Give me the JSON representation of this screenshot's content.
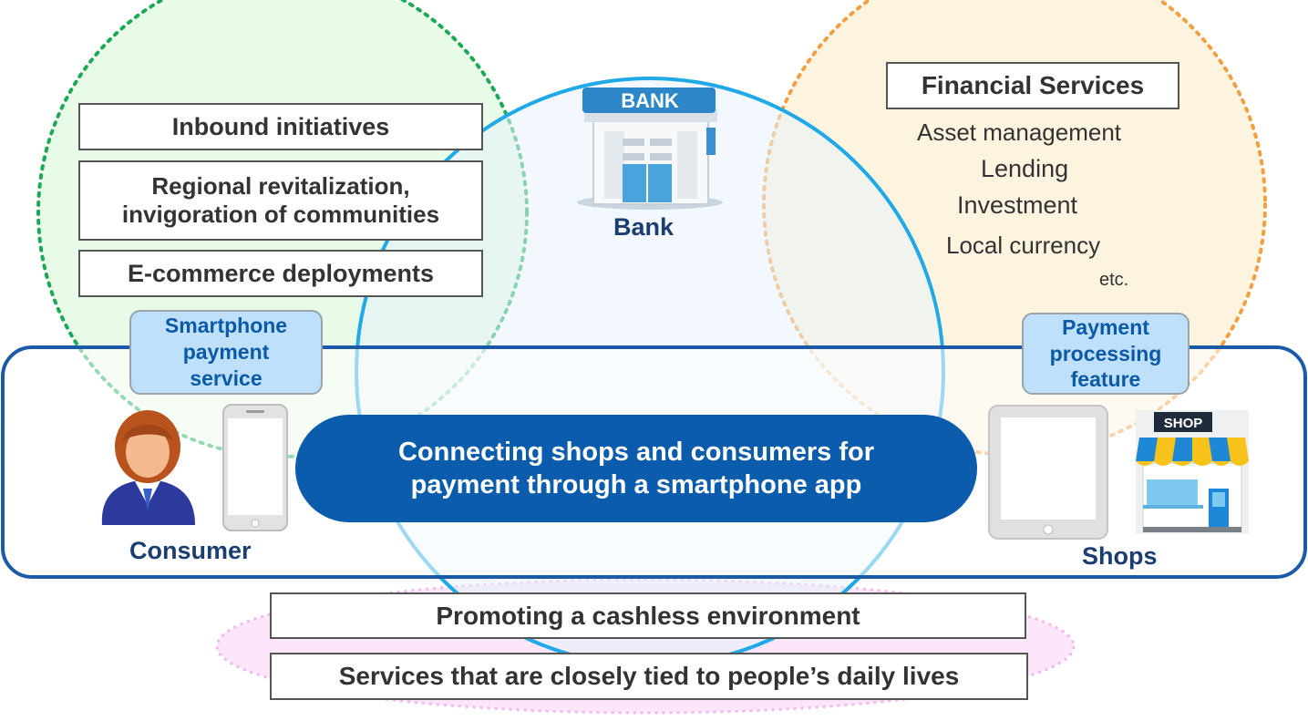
{
  "left_circle": {
    "items": [
      "Inbound initiatives",
      "Regional revitalization,\ninvigoration of communities",
      "E-commerce deployments"
    ]
  },
  "bank": {
    "sign": "BANK",
    "caption": "Bank"
  },
  "right_circle": {
    "title": "Financial Services",
    "items": [
      "Asset management",
      "Lending",
      "Investment",
      "Local currency"
    ],
    "etc": "etc."
  },
  "consumer": {
    "service_label": "Smartphone\npayment\nservice",
    "caption": "Consumer"
  },
  "shops": {
    "feature_label": "Payment\nprocessing\nfeature",
    "caption": "Shops",
    "sign": "SHOP"
  },
  "center": {
    "message": "Connecting shops and consumers for\npayment through a smartphone app"
  },
  "bottom": {
    "items": [
      "Promoting a cashless environment",
      "Services that are closely tied to people’s daily lives"
    ]
  },
  "colors": {
    "green_circle": "#1aaa55",
    "blue_circle": "#1fa9e6",
    "orange_circle": "#f0a040",
    "pink_ellipse": "#f3c4f0",
    "frame": "#1b5aa6",
    "pill": "#0b5cad"
  }
}
